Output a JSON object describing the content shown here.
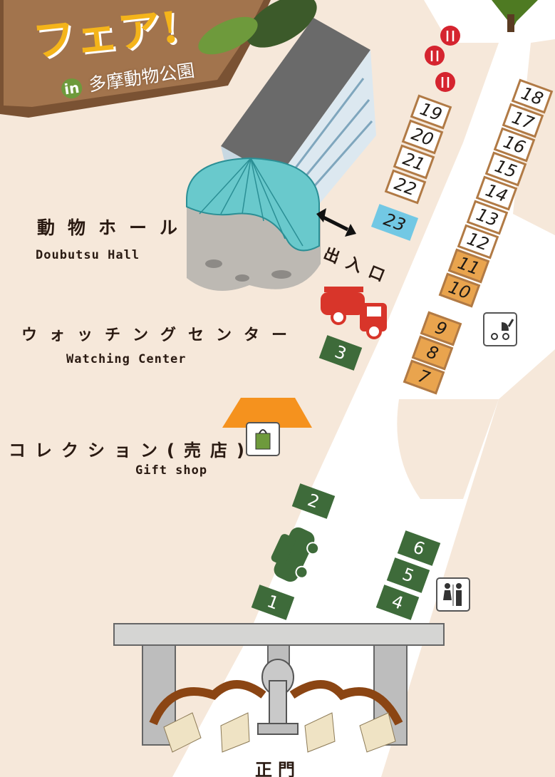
{
  "title": {
    "fair_text": "フェア!",
    "venue_prefix": "in",
    "venue_name": "多摩動物公園"
  },
  "landmarks": {
    "doubutsu_hall": {
      "jp": "動物ホール",
      "en": "Doubutsu Hall"
    },
    "entrance": "出入口",
    "watching_center": {
      "jp": "ウォッチングセンター",
      "en": "Watching Center"
    },
    "gift_shop": {
      "jp": "コレクション(売店)",
      "en": "Gift shop"
    },
    "main_gate": "正門"
  },
  "stalls": {
    "s1": "1",
    "s2": "2",
    "s3": "3",
    "s4": "4",
    "s5": "5",
    "s6": "6",
    "s7": "7",
    "s8": "8",
    "s9": "9",
    "s10": "10",
    "s11": "11",
    "s12": "12",
    "s13": "13",
    "s14": "14",
    "s15": "15",
    "s16": "16",
    "s17": "17",
    "s18": "18",
    "s19": "19",
    "s20": "20",
    "s21": "21",
    "s22": "22",
    "s23": "23"
  },
  "icons": [
    "restaurant-icon",
    "stroller-icon",
    "restroom-icon",
    "shopping-bag-icon",
    "fire-truck-icon",
    "car-icon",
    "elephant-statue-icon"
  ],
  "colors": {
    "background": "#f6e8da",
    "path": "#ffffff",
    "stall_orange": "#e9a44e",
    "stall_green": "#3e6b3a",
    "stall_blue": "#72c8e4",
    "stall_border": "#b17a45",
    "restaurant_red": "#d5242f",
    "fire_truck": "#d8352a"
  }
}
